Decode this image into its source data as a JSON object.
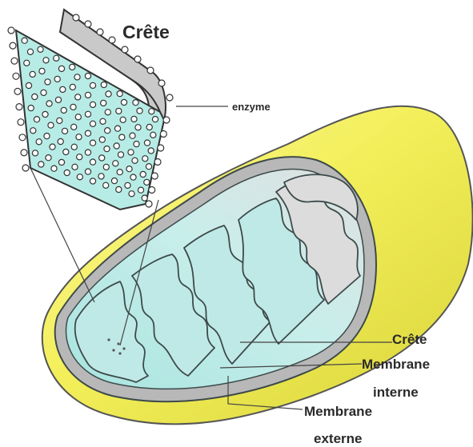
{
  "labels": {
    "crete_top": "Crête",
    "enzyme": "enzyme",
    "crete_side": "Crête",
    "membrane_interne_line1": "Membrane",
    "membrane_interne_line2": "interne",
    "membrane_externe_line1": "Membrane",
    "membrane_externe_line2": "externe"
  },
  "colors": {
    "outer_membrane": "#f3ef5a",
    "outer_membrane_shade": "#d9d43a",
    "inner_membrane_band": "#b8b8b8",
    "matrix_cyan": "#bfe9e6",
    "matrix_grey": "#d9d9d9",
    "crista_inset_face": "#b7ece6",
    "crista_inset_back": "#c9c9c9"
  }
}
